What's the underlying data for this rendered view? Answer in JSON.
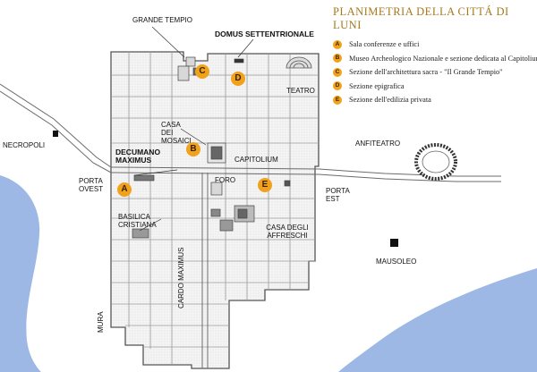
{
  "legend": {
    "title": "PLANIMETRIA DELLA CITTÁ DI LUNI",
    "items": [
      {
        "letter": "A",
        "text": "Sala conferenze e uffici"
      },
      {
        "letter": "B",
        "text": "Museo Archeologico Nazionale e sezione dedicata al Capitolium"
      },
      {
        "letter": "C",
        "text": "Sezione dell'architettura sacra - \"Il Grande Tempio\""
      },
      {
        "letter": "D",
        "text": "Sezione epigrafica"
      },
      {
        "letter": "E",
        "text": "Sezione dell'edilizia privata"
      }
    ]
  },
  "places": {
    "grande_tempio": "GRANDE TEMPIO",
    "domus_settentrionale": "DOMUS SETTENTRIONALE",
    "teatro": "TEATRO",
    "casa_dei_mosaici": "CASA DEI MOSAICI",
    "necropoli": "NECROPOLI",
    "decumano_maximus": "DECUMANO MAXIMUS",
    "capitolium": "CAPITOLIUM",
    "anfiteatro": "ANFITEATRO",
    "porta_ovest": "PORTA OVEST",
    "foro": "FORO",
    "porta_est": "PORTA EST",
    "basilica_cristiana": "BASILICA CRISTIANA",
    "casa_degli_affreschi": "CASA DEGLI AFFRESCHI",
    "mausoleo": "MAUSOLEO",
    "cardo_maximus": "CARDO MAXIMUS",
    "mura": "MURA"
  },
  "pins": {
    "a": "A",
    "b": "B",
    "c": "C",
    "d": "D",
    "e": "E"
  },
  "colors": {
    "sea": "#9db8e4",
    "marker": "#f0a21c",
    "title": "#a6791c",
    "wall": "#555555"
  }
}
